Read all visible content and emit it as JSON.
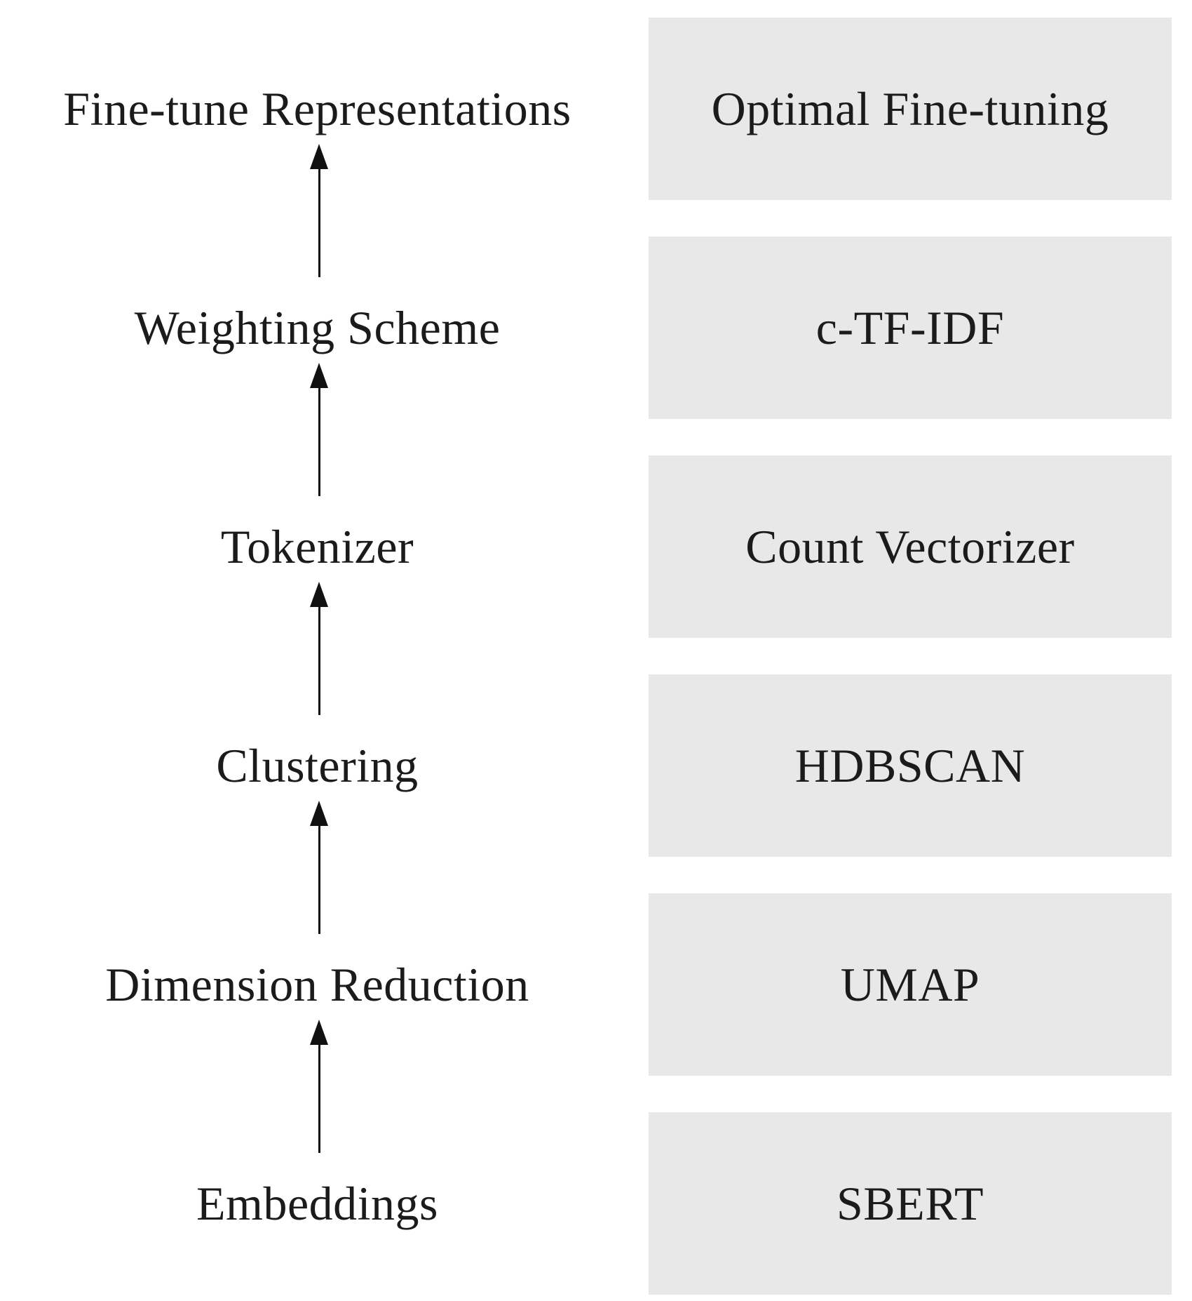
{
  "diagram": {
    "type": "pipeline-flowchart",
    "flow_direction": "bottom-to-top",
    "rows": [
      {
        "stage": "Fine-tune Representations",
        "method": "Optimal Fine-tuning"
      },
      {
        "stage": "Weighting Scheme",
        "method": "c-TF-IDF"
      },
      {
        "stage": "Tokenizer",
        "method": "Count Vectorizer"
      },
      {
        "stage": "Clustering",
        "method": "HDBSCAN"
      },
      {
        "stage": "Dimension Reduction",
        "method": "UMAP"
      },
      {
        "stage": "Embeddings",
        "method": "SBERT"
      }
    ],
    "colors": {
      "background": "#ffffff",
      "box_fill": "#e8e8e8",
      "text": "#1b1b1b",
      "arrow": "#111111"
    },
    "icons": {
      "arrow_glyph": "up-arrow"
    }
  }
}
